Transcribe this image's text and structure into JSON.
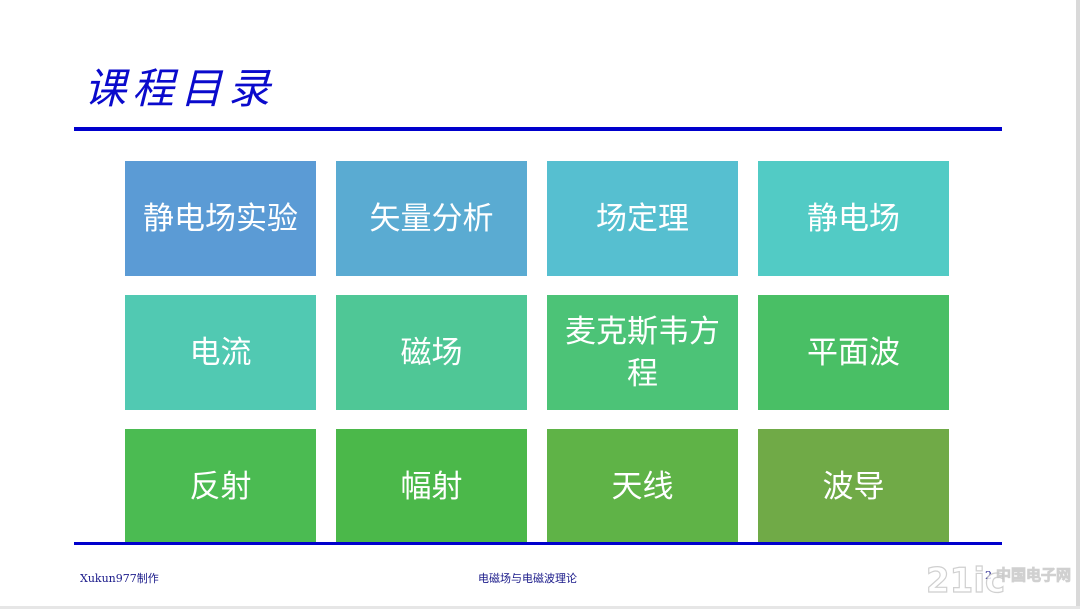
{
  "slide": {
    "title": "课程目录",
    "tiles": [
      {
        "label": "静电场实验",
        "color": "#5b9bd5"
      },
      {
        "label": "矢量分析",
        "color": "#5aabd2"
      },
      {
        "label": "场定理",
        "color": "#56bfd0"
      },
      {
        "label": "静电场",
        "color": "#52cbc5"
      },
      {
        "label": "电流",
        "color": "#51c9b2"
      },
      {
        "label": "磁场",
        "color": "#4fc796"
      },
      {
        "label": "麦克斯韦方程",
        "color": "#4cc377"
      },
      {
        "label": "平面波",
        "color": "#49bf65"
      },
      {
        "label": "反射",
        "color": "#4bbb52"
      },
      {
        "label": "幅射",
        "color": "#4bb84a"
      },
      {
        "label": "天线",
        "color": "#5fb347"
      },
      {
        "label": "波导",
        "color": "#70aa47"
      }
    ]
  },
  "footer": {
    "author": "Xukun977制作",
    "course": "电磁场与电磁波理论",
    "page_number": "2"
  },
  "watermark": {
    "text": "21ic中国电子网"
  },
  "colors": {
    "title": "#0a0acc",
    "rule": "#0000cc",
    "footer_text": "#1a1a8a"
  }
}
